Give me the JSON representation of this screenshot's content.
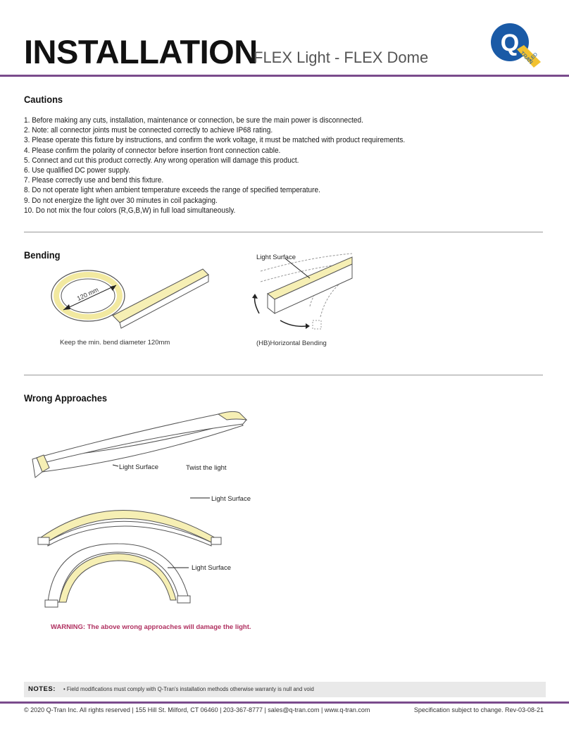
{
  "header": {
    "title": "INSTALLATION",
    "subtitle": "FLEX Light - FLEX Dome",
    "logo_letter": "Q",
    "logo_text_1": "TRAN",
    "logo_text_2": "LED"
  },
  "cautions": {
    "title": "Cautions",
    "items": [
      "1. Before making any cuts, installation, maintenance or connection, be sure the main power is disconnected.",
      "2. Note: all connector joints must be connected correctly to achieve IP68 rating.",
      "3. Please operate this fixture by instructions, and confirm the work voltage, it must be matched with product requirements.",
      "4. Please confirm the polarity of connector before insertion front connection cable.",
      "5. Connect and cut this product correctly. Any wrong operation will damage this product.",
      "6. Use qualified DC power supply.",
      "7. Please correctly use and bend this fixture.",
      "8. Do not operate light when ambient temperature exceeds the range of specified temperature.",
      "9. Do not energize the light over 30 minutes in coil packaging.",
      "10. Do not mix the four colors (R,G,B,W) in full load simultaneously."
    ]
  },
  "bending": {
    "title": "Bending",
    "diameter_label": "120 mm",
    "left_caption": "Keep the min. bend diameter 120mm",
    "right_label": "Light Surface",
    "right_caption": "(HB)Horizontal Bending"
  },
  "wrong": {
    "title": "Wrong Approaches",
    "label_twist_surface": "Light Surface",
    "label_twist": "Twist the light",
    "label_arc_surface": "Light Surface",
    "label_arch_surface": "Light Surface",
    "warning": "WARNING: The above wrong approaches will damage the light."
  },
  "notes": {
    "label": "NOTES:",
    "text": "• Field modifications must comply with Q-Tran's installation methods otherwise warranty is null and void"
  },
  "footer": {
    "left": "© 2020 Q-Tran Inc. All rights reserved | 155 Hill St. Milford, CT 06460 | 203-367-8777 | sales@q-tran.com | www.q-tran.com",
    "right": "Specification subject to change. Rev-03-08-21"
  },
  "colors": {
    "accent": "#7a4b8c",
    "light_surface": "#f6efb4",
    "warning": "#b03060",
    "logo_blue": "#1a5aa6",
    "logo_yellow": "#f2c230"
  }
}
